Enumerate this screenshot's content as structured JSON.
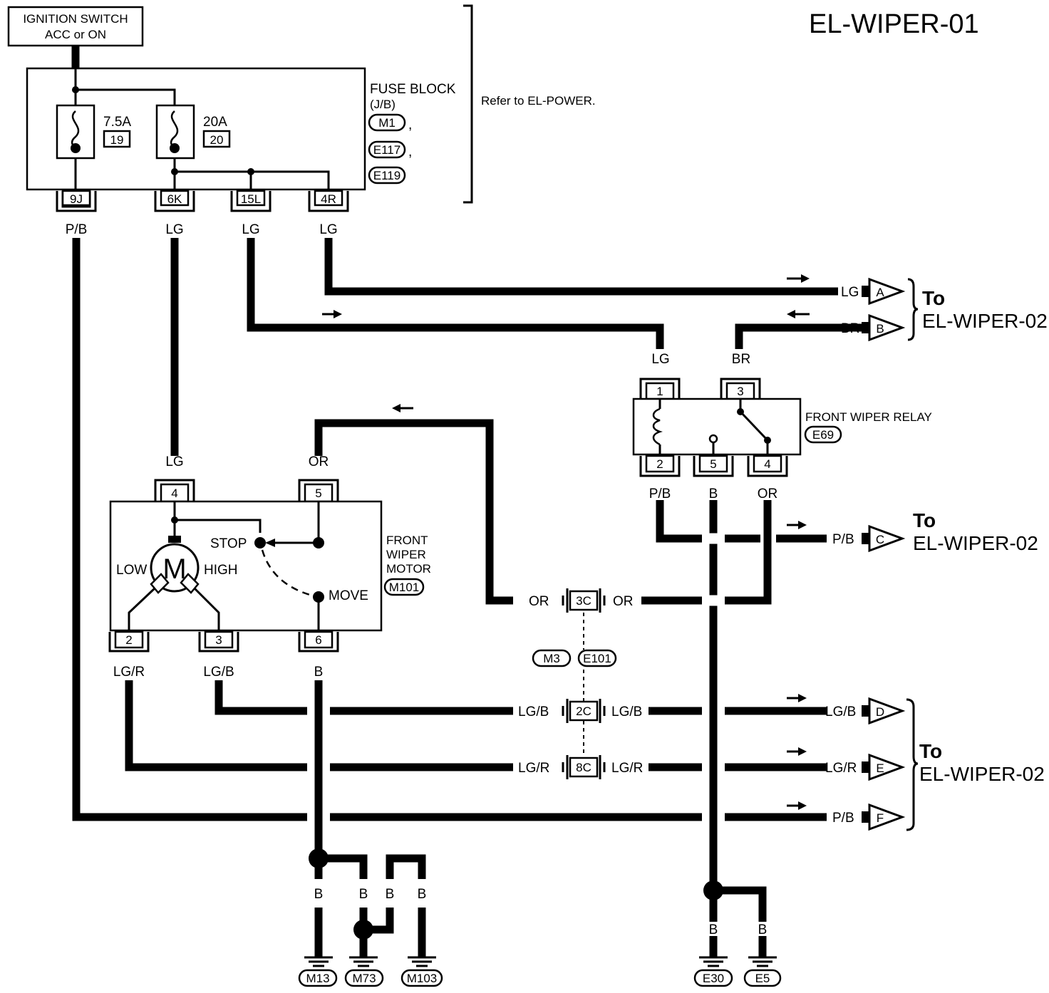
{
  "page_id": "EL-WIPER-01",
  "ignition": {
    "line1": "IGNITION SWITCH",
    "line2": "ACC or ON"
  },
  "fuse_block": {
    "title": "FUSE BLOCK",
    "sub": "(J/B)",
    "connectors": [
      "M1",
      "E117",
      "E119"
    ],
    "refer": "Refer to EL-POWER.",
    "fuses": [
      {
        "amp": "7.5A",
        "num": "19"
      },
      {
        "amp": "20A",
        "num": "20"
      }
    ],
    "terminals": [
      "9J",
      "6K",
      "15L",
      "4R"
    ]
  },
  "wire_colors": {
    "pb": "P/B",
    "lg": "LG",
    "or": "OR",
    "br": "BR",
    "b": "B",
    "lgb": "LG/B",
    "lgr": "LG/R"
  },
  "relay": {
    "title": "FRONT WIPER RELAY",
    "connector": "E69",
    "pins": [
      "1",
      "3",
      "2",
      "5",
      "4"
    ]
  },
  "motor": {
    "title1": "FRONT",
    "title2": "WIPER",
    "title3": "MOTOR",
    "connector": "M101",
    "symbol": "M",
    "pins": [
      "4",
      "5",
      "2",
      "3",
      "6"
    ],
    "labels": {
      "stop": "STOP",
      "move": "MOVE",
      "low": "LOW",
      "high": "HIGH"
    }
  },
  "joint": {
    "c1": "3C",
    "c2": "2C",
    "c3": "8C",
    "m": "M3",
    "e": "E101"
  },
  "destinations": {
    "to": "To",
    "page": "EL-WIPER-02",
    "letters": [
      "A",
      "B",
      "C",
      "D",
      "E",
      "F"
    ]
  },
  "grounds": [
    "M13",
    "M73",
    "M103",
    "E30",
    "E5"
  ]
}
